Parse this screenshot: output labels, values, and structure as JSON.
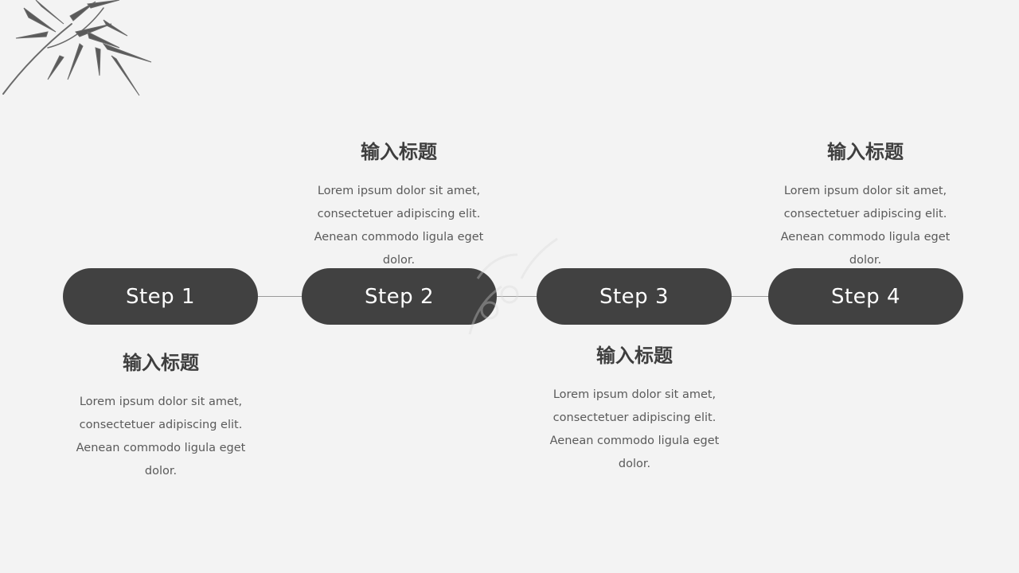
{
  "steps": [
    {
      "label": "Step 1"
    },
    {
      "label": "Step 2"
    },
    {
      "label": "Step 3"
    },
    {
      "label": "Step 4"
    }
  ],
  "blocks": [
    {
      "title": "输入标题",
      "body": "Lorem ipsum dolor sit amet, consectetuer adipiscing elit. Aenean commodo ligula eget dolor."
    },
    {
      "title": "输入标题",
      "body": "Lorem ipsum dolor sit amet, consectetuer adipiscing elit. Aenean commodo ligula eget dolor."
    },
    {
      "title": "输入标题",
      "body": "Lorem ipsum dolor sit amet, consectetuer adipiscing elit. Aenean commodo ligula eget dolor."
    },
    {
      "title": "输入标题",
      "body": "Lorem ipsum dolor sit amet, consectetuer adipiscing elit. Aenean commodo ligula eget dolor."
    }
  ],
  "decoration": {
    "icon": "bamboo-leaves-icon",
    "watermark": "ppt-watermark-icon"
  },
  "colors": {
    "background": "#f3f3f3",
    "pill": "#414141",
    "connector": "#9a9a9a"
  }
}
